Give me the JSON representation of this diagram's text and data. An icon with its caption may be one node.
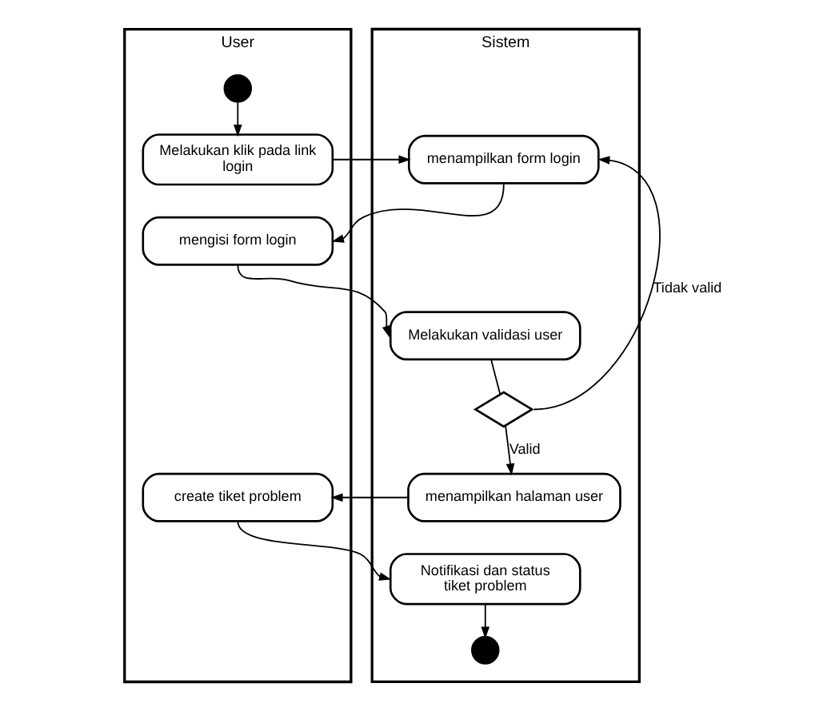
{
  "diagram": {
    "nodes": [
      {
        "text": [
          "User"
        ]
      },
      {
        "text": [
          "Sistem"
        ]
      },
      {
        "text": [],
        "shape": "circle",
        "in": 0
      },
      {
        "text": [
          "Melakukan klik pada link login"
        ],
        "in": 0
      },
      {
        "text": [
          "menampilkan form login"
        ],
        "in": 1
      },
      {
        "text": [
          "mengisi form login"
        ],
        "in": 0
      },
      {
        "text": [
          "Melakukan validasi user"
        ],
        "in": 1
      },
      {
        "text": [],
        "shape": "diamond",
        "in": 1
      },
      {
        "text": [
          "menampilkan halaman user"
        ],
        "in": 1
      },
      {
        "text": [
          "create tiket problem"
        ],
        "in": 0
      },
      {
        "text": [
          "Notifikasi dan status tiket problem"
        ],
        "in": 1
      },
      {
        "text": [],
        "shape": "circle",
        "in": 1
      }
    ],
    "edges": [
      {
        "from": 2,
        "to": 3,
        "arrow": "to"
      },
      {
        "from": 3,
        "to": 4,
        "arrow": "to"
      },
      {
        "from": 4,
        "to": 5,
        "arrow": "to"
      },
      {
        "from": 5,
        "to": 6,
        "arrow": "to"
      },
      {
        "from": 6,
        "to": 7,
        "arrow": "none"
      },
      {
        "from": 7,
        "to": 4,
        "label": "Tidak valid",
        "arrow": "to"
      },
      {
        "from": 7,
        "to": 8,
        "label": "Valid",
        "arrow": "to"
      },
      {
        "from": 8,
        "to": 9,
        "arrow": "to"
      },
      {
        "from": 9,
        "to": 10,
        "arrow": "to"
      },
      {
        "from": 10,
        "to": 11,
        "arrow": "to"
      }
    ]
  }
}
